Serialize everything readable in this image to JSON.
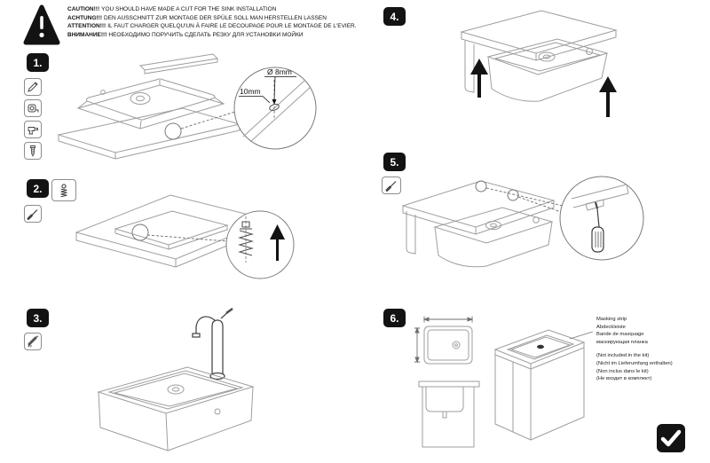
{
  "colors": {
    "ink": "#111111",
    "line_art": "#9e9e9e",
    "accent_black": "#131313"
  },
  "warning": {
    "lines": [
      {
        "prefix": "CAUTION!!!",
        "text": "YOU SHOULD HAVE MADE A CUT FOR THE SINK INSTALLATION"
      },
      {
        "prefix": "ACHTUNG!!!",
        "text": "DEN AUSSCHNITT ZUR MONTAGE DER SPÜLE SOLL MAN HERSTELLEN LASSEN"
      },
      {
        "prefix": "ATTENTION!!!",
        "text": "IL FAUT CHARGER QUELQU'UN À FAIRE LE DECOUPAGE POUR LE MONTAGE DE L'EVIER."
      },
      {
        "prefix": "ВНИМАНИЕ!!!",
        "text": "НЕОБХОДИМО ПОРУЧИТЬ СДЕЛАТЬ РЕЗКУ ДЛЯ УСТАНОВКИ МОЙКИ"
      }
    ]
  },
  "steps": [
    {
      "label": "1."
    },
    {
      "label": "2."
    },
    {
      "label": "3."
    },
    {
      "label": "4."
    },
    {
      "label": "5."
    },
    {
      "label": "6."
    }
  ],
  "step1": {
    "hole_diameter": "Ø 8mm",
    "hole_depth": "10mm"
  },
  "step6": {
    "masking_strip": [
      "Masking strip",
      "Abdeckleiste",
      "Bande de masquage",
      "маскирующая планка"
    ],
    "not_included": [
      "(Not included in the kit)",
      "(Nicht im Lieferumfang enthalten)",
      "(Non inclus dans le kit)",
      "(Не входит в комплект)"
    ]
  },
  "icons": {
    "warning": "warning-triangle",
    "step1_tools": [
      "pencil",
      "tape-measure",
      "drill",
      "screw"
    ],
    "step2_parts": [
      "clip-screw-spring",
      "screwdriver"
    ],
    "step3_tools": [
      "caulk-gun"
    ],
    "step5_tools": [
      "screwdriver"
    ],
    "done": "checkmark"
  }
}
